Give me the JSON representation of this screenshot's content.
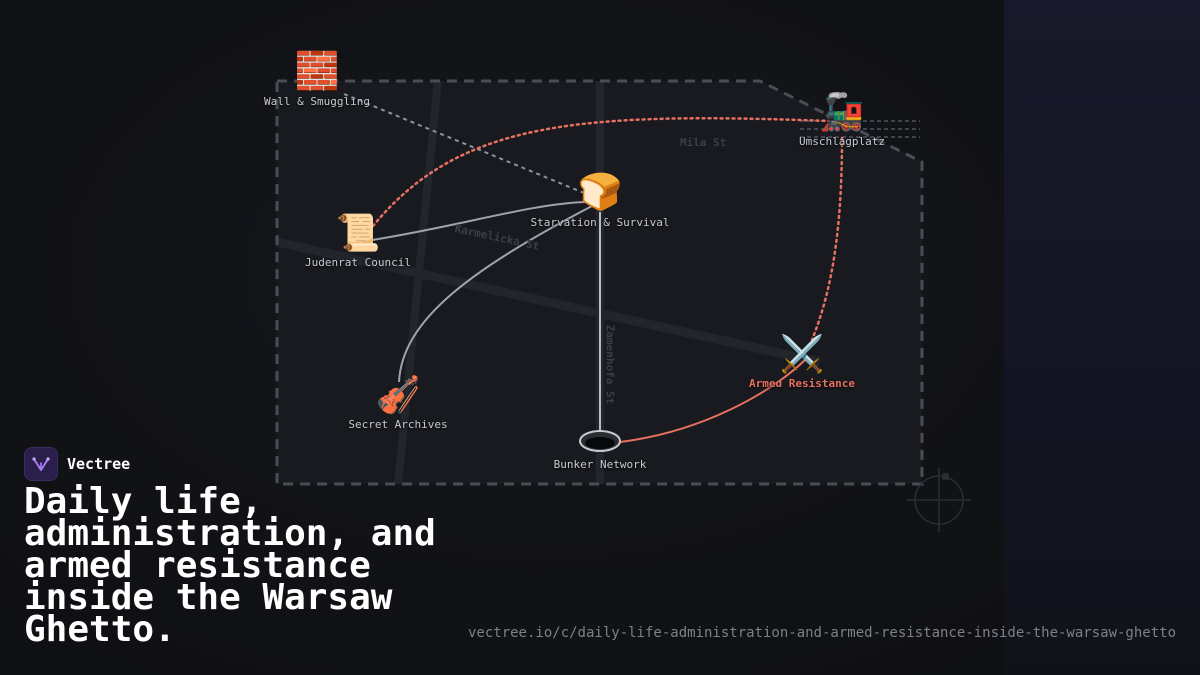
{
  "brand": {
    "name": "Vectree"
  },
  "headline": "Daily life, administration, and armed resistance inside the Warsaw Ghetto.",
  "url": "vectree.io/c/daily-life-administration-and-armed-resistance-inside-the-warsaw-ghetto",
  "map": {
    "streets": {
      "mila": "Mila St",
      "karmelicka": "Karmelicka St",
      "zamenhofa": "Zamenhofa St"
    },
    "nodes": {
      "wall": {
        "label": "Wall & Smuggling",
        "icon": "🧱",
        "icon_name": "brick-wall-icon"
      },
      "umschlag": {
        "label": "Umschlagplatz",
        "icon": "🚂",
        "icon_name": "locomotive-icon"
      },
      "starvation": {
        "label": "Starvation & Survival",
        "icon": "🍞",
        "icon_name": "bread-icon"
      },
      "judenrat": {
        "label": "Judenrat Council",
        "icon": "📜",
        "icon_name": "scroll-icon"
      },
      "armed": {
        "label": "Armed Resistance",
        "icon": "⚔️",
        "icon_name": "crossed-swords-icon"
      },
      "archives": {
        "label": "Secret Archives",
        "icon": "🎻",
        "icon_name": "violin-icon"
      },
      "bunker": {
        "label": "Bunker Network",
        "icon_name": "manhole-icon"
      }
    },
    "colors": {
      "accent": "#e8705f",
      "neutral_edge": "#9ea3ad",
      "boundary": "#4a4d55"
    }
  }
}
